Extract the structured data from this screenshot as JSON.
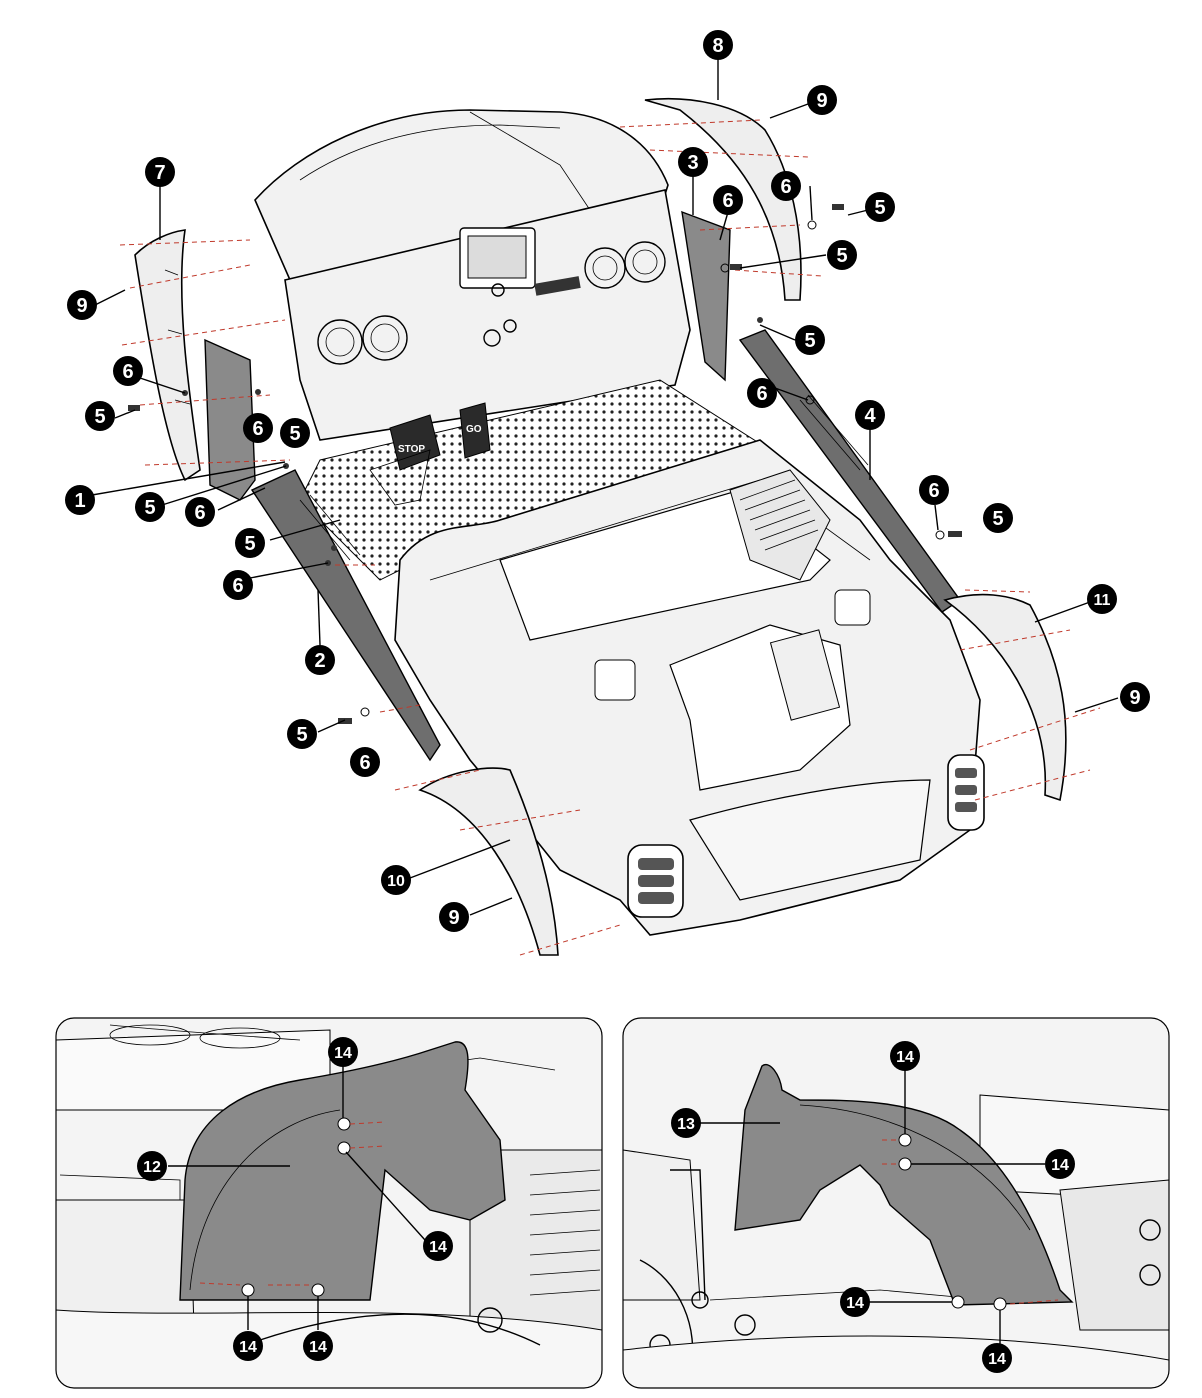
{
  "callouts": {
    "c1": "1",
    "c2": "2",
    "c3": "3",
    "c4": "4",
    "c5": "5",
    "c6": "6",
    "c7": "7",
    "c8": "8",
    "c9": "9",
    "c10": "10",
    "c11": "11",
    "c12": "12",
    "c13": "13",
    "c14": "14"
  },
  "pedals": {
    "stop": "STOP",
    "go": "GO"
  },
  "colors": {
    "callout_fill": "#000000",
    "guide_dash": "#c0392b",
    "panel_gray": "#8a8a8a"
  }
}
